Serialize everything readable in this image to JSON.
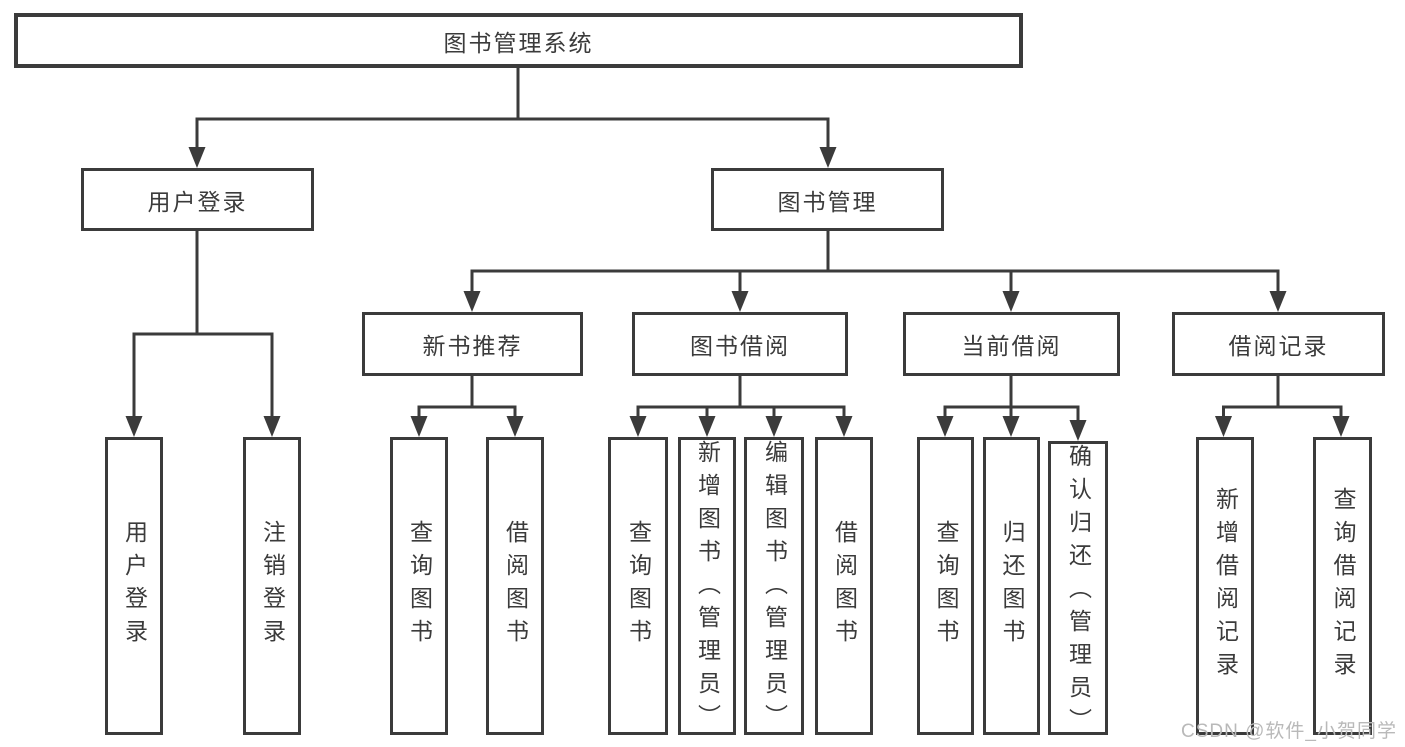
{
  "colors": {
    "line": "#3b3b3b",
    "text": "#3b3b3b",
    "watermark": "#b9b9b9",
    "background": "#ffffff"
  },
  "watermark": "CSDN @软件_小贺同学",
  "tree": {
    "label": "图书管理系统",
    "children": [
      {
        "label": "用户登录",
        "children": [
          {
            "label": "用户登录"
          },
          {
            "label": "注销登录"
          }
        ]
      },
      {
        "label": "图书管理",
        "children": [
          {
            "label": "新书推荐",
            "children": [
              {
                "label": "查询图书"
              },
              {
                "label": "借阅图书"
              }
            ]
          },
          {
            "label": "图书借阅",
            "children": [
              {
                "label": "查询图书"
              },
              {
                "label": "新增图书（管理员）"
              },
              {
                "label": "编辑图书（管理员）"
              },
              {
                "label": "借阅图书"
              }
            ]
          },
          {
            "label": "当前借阅",
            "children": [
              {
                "label": "查询图书"
              },
              {
                "label": "归还图书"
              },
              {
                "label": "确认归还（管理员）"
              }
            ]
          },
          {
            "label": "借阅记录",
            "children": [
              {
                "label": "新增借阅记录"
              },
              {
                "label": "查询借阅记录"
              }
            ]
          }
        ]
      }
    ]
  }
}
